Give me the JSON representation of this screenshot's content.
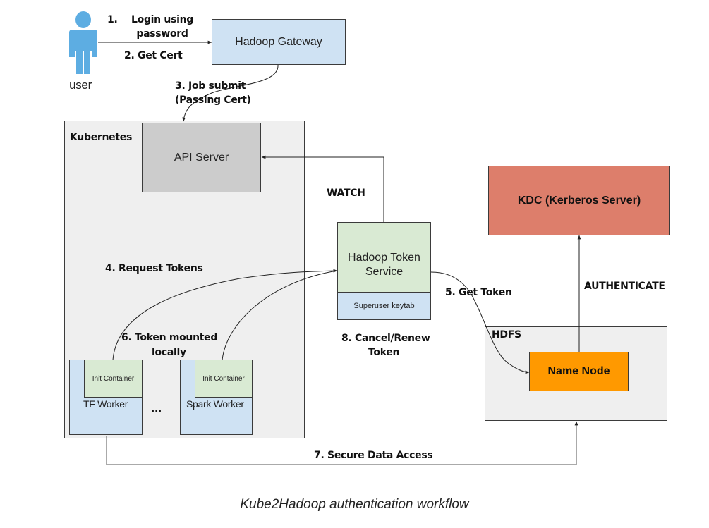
{
  "caption": "Kube2Hadoop authentication workflow",
  "colors": {
    "gateway_fill": "#cfe2f3",
    "kubernetes_fill": "#efefef",
    "api_server_fill": "#cccccc",
    "token_service_fill": "#d9ead3",
    "keytab_fill": "#cfe2f3",
    "kdc_fill": "#dd7e6b",
    "hdfs_fill": "#efefef",
    "namenode_fill": "#ff9900",
    "worker_fill": "#cfe2f3",
    "init_container_fill": "#d9ead3",
    "user_icon": "#5dade2"
  },
  "actors": {
    "user": {
      "icon": "person-icon",
      "label": "user"
    }
  },
  "nodes": {
    "gateway": "Hadoop Gateway",
    "kubernetes": "Kubernetes",
    "api_server": "API Server",
    "token_service": "Hadoop Token Service",
    "keytab": "Superuser keytab",
    "kdc": "KDC (Kerberos Server)",
    "hdfs": "HDFS",
    "namenode": "Name Node",
    "tf_worker": "TF Worker",
    "spark_worker": "Spark Worker",
    "init_container": "Init Container",
    "ellipsis": "..."
  },
  "edges": {
    "step1_num": "1.",
    "step1": "Login using password",
    "step2": "2. Get Cert",
    "step3_line1": "3. Job submit",
    "step3_line2": "(Passing Cert)",
    "watch": "WATCH",
    "step4": "4. Request Tokens",
    "step5": "5. Get Token",
    "step6_line1": "6. Token mounted",
    "step6_line2": "locally",
    "step7": "7. Secure Data Access",
    "step8_line1": "8. Cancel/Renew",
    "step8_line2": "Token",
    "authenticate": "AUTHENTICATE"
  }
}
